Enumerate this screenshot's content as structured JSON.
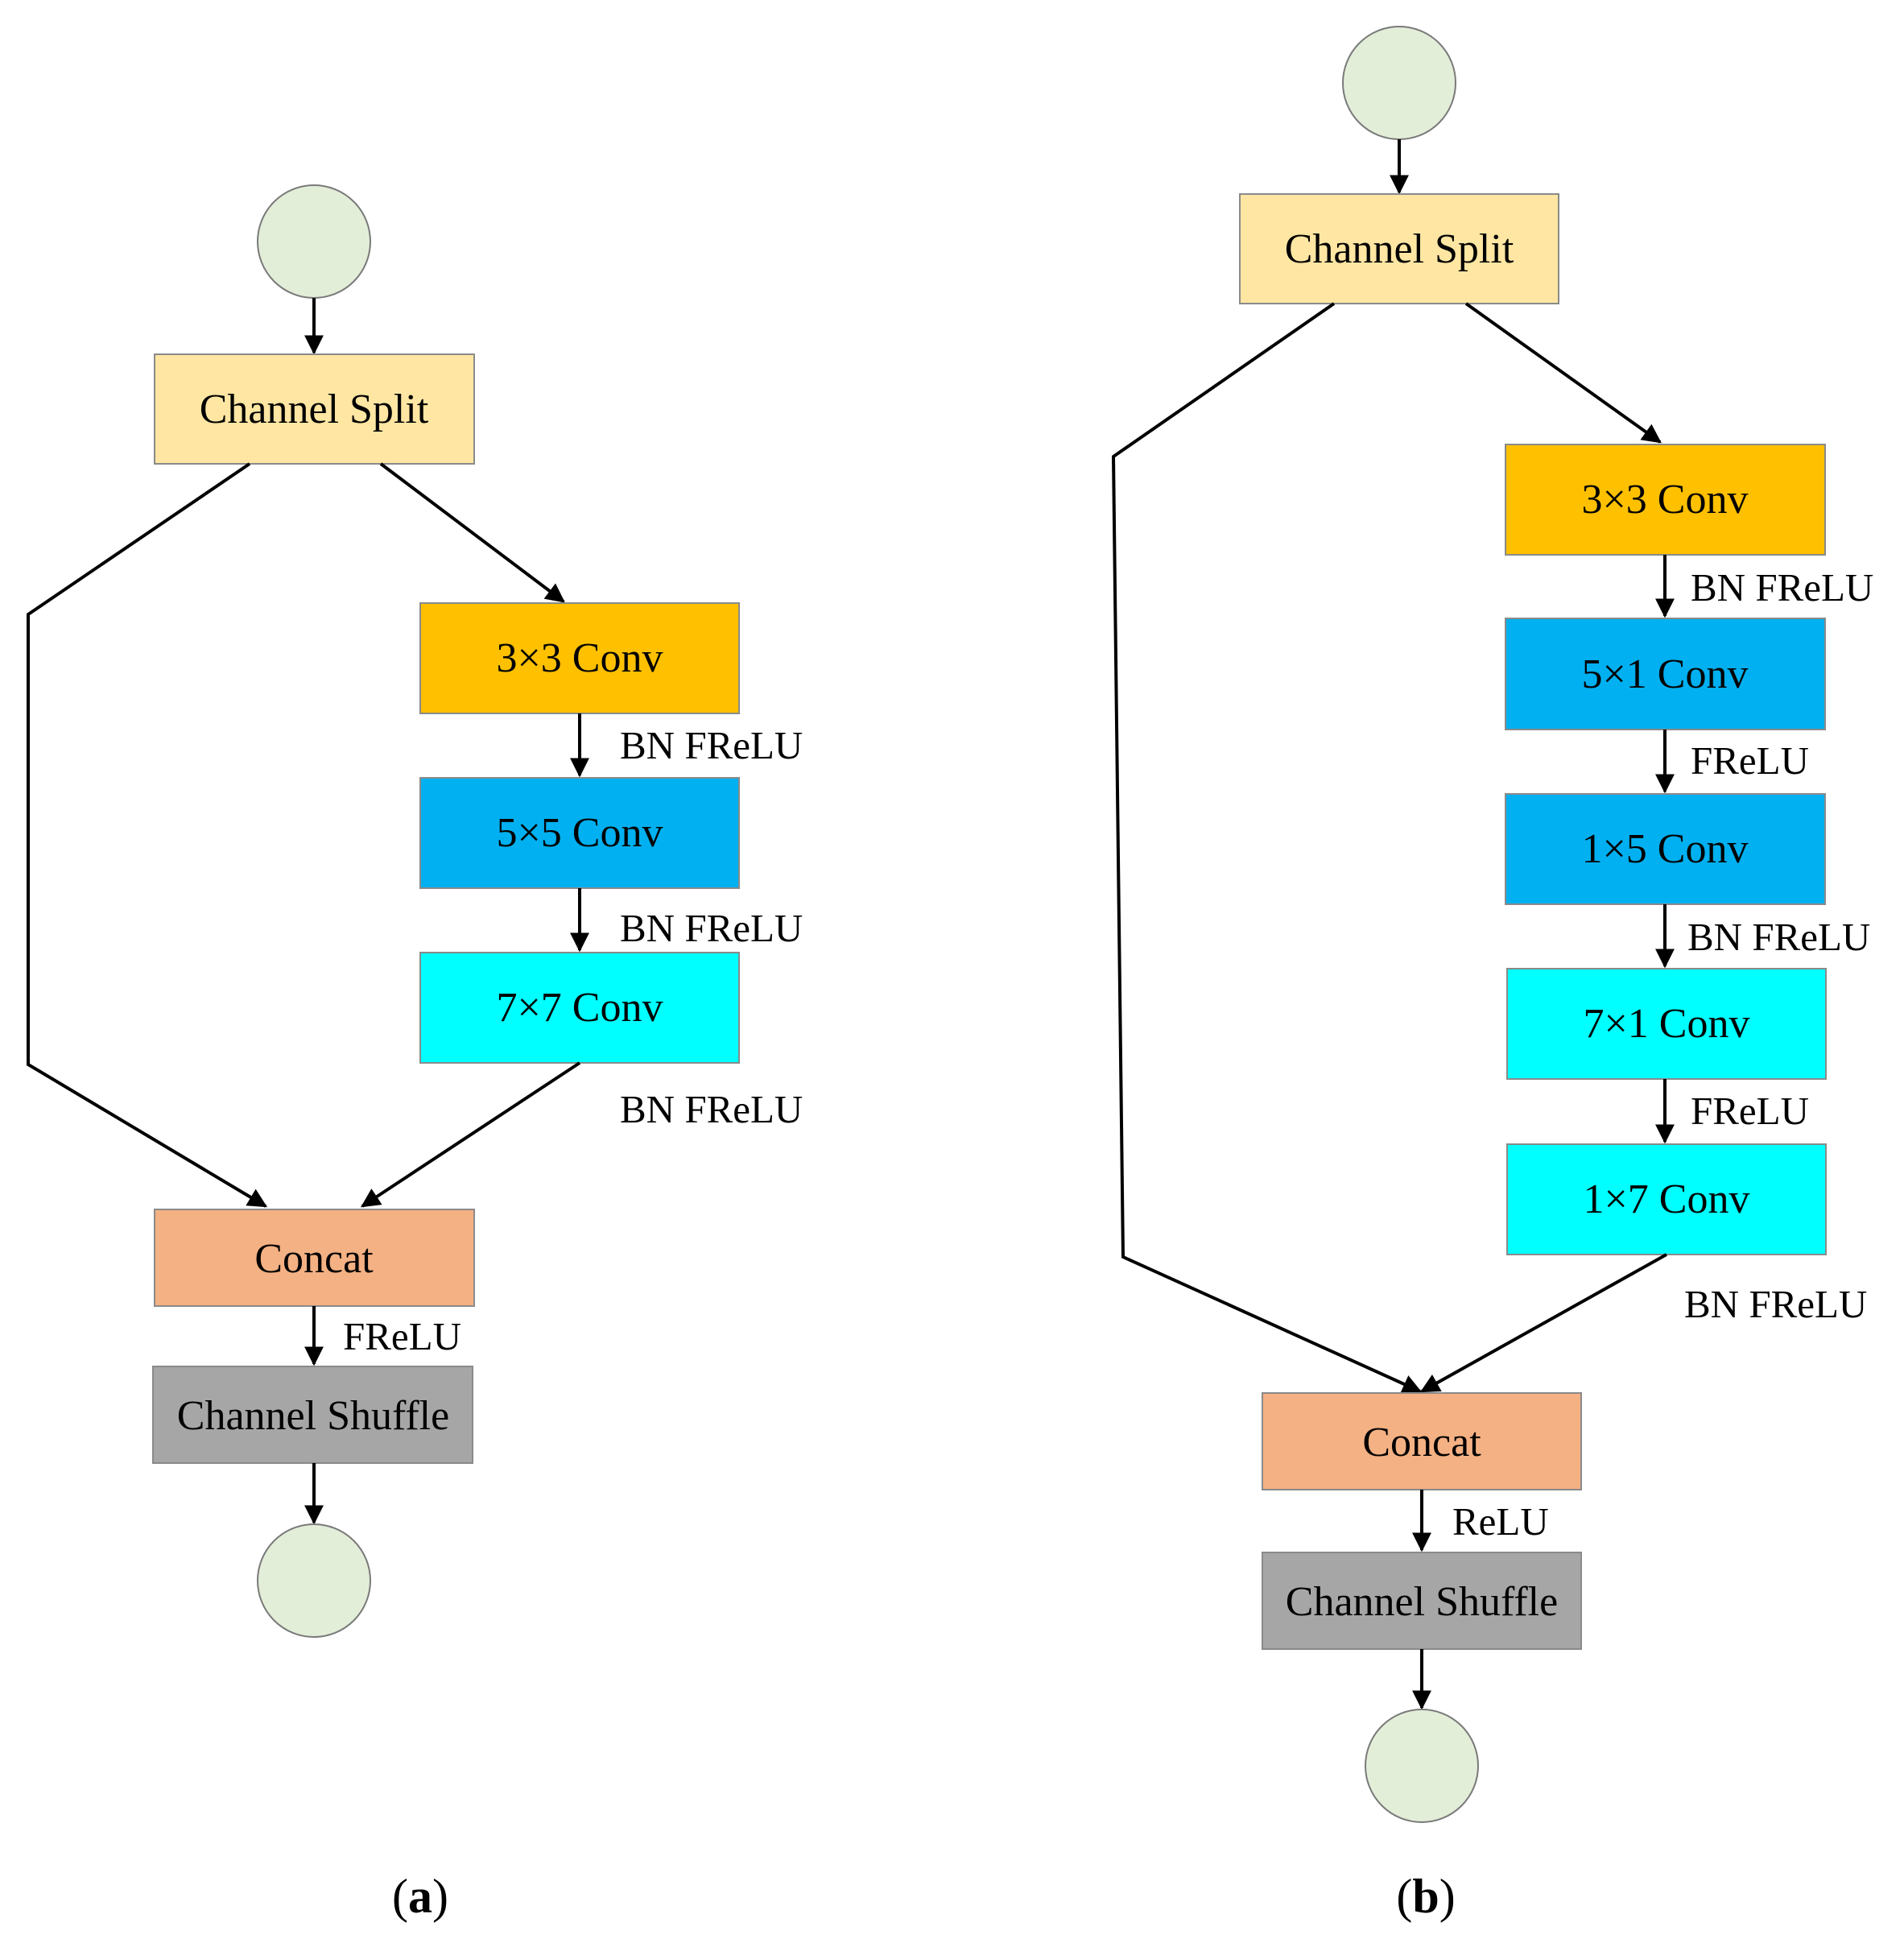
{
  "panel_a": {
    "nodes": {
      "channel_split": "Channel Split",
      "conv3": "3×3 Conv",
      "conv5": "5×5 Conv",
      "conv7": "7×7 Conv",
      "concat": "Concat",
      "shuffle": "Channel Shuffle"
    },
    "edge_labels": {
      "after_conv3": "BN FReLU",
      "after_conv5": "BN FReLU",
      "after_conv7": "BN FReLU",
      "after_concat": "FReLU"
    },
    "caption": {
      "open": "(",
      "letter": "a",
      "close": ")"
    }
  },
  "panel_b": {
    "nodes": {
      "channel_split": "Channel Split",
      "conv3": "3×3 Conv",
      "conv51": "5×1 Conv",
      "conv15": "1×5 Conv",
      "conv71": "7×1 Conv",
      "conv17": "1×7 Conv",
      "concat": "Concat",
      "shuffle": "Channel Shuffle"
    },
    "edge_labels": {
      "after_conv3": "BN FReLU",
      "after_conv51": "FReLU",
      "after_conv15": "BN FReLU",
      "after_conv71": "FReLU",
      "after_conv17": "BN FReLU",
      "after_concat": "ReLU"
    },
    "caption": {
      "open": "(",
      "letter": "b",
      "close": ")"
    }
  },
  "colors": {
    "input_output_circle": "#e3eed9",
    "channel_split": "#ffe6a3",
    "conv3": "#ffc000",
    "conv5_family": "#00b0f0",
    "conv7_family": "#00ffff",
    "concat": "#f4b183",
    "shuffle": "#a6a6a6"
  }
}
